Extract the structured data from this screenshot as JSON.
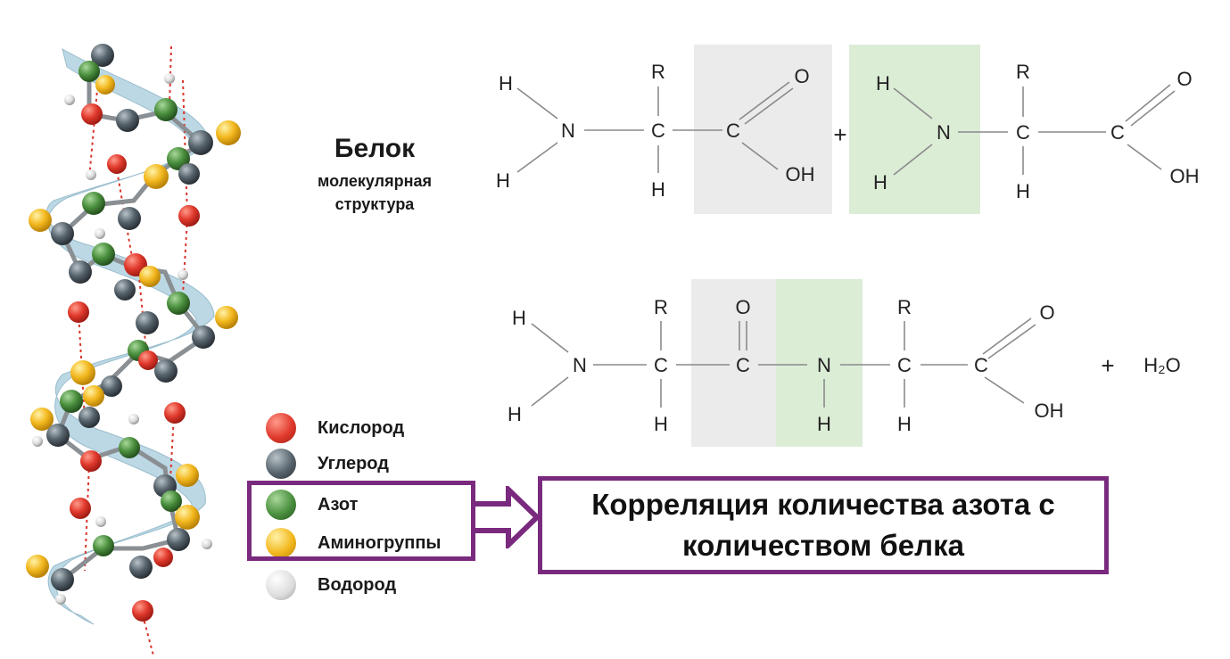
{
  "title": {
    "main": "Белок",
    "sub_line1": "молекулярная",
    "sub_line2": "структура"
  },
  "legend": [
    {
      "label": "Кислород",
      "color": "#d9342b",
      "icon": "oxygen-atom-ball"
    },
    {
      "label": "Углерод",
      "color": "#4a555e",
      "icon": "carbon-atom-ball"
    },
    {
      "label": "Азот",
      "color": "#3f8a3a",
      "icon": "nitrogen-atom-ball"
    },
    {
      "label": "Аминогруппы",
      "color": "#f0b41c",
      "icon": "amino-group-ball"
    },
    {
      "label": "Водород",
      "color": "#d8d8d8",
      "icon": "hydrogen-atom-ball"
    }
  ],
  "correlation": {
    "line1": "Корреляция количества азота с",
    "line2": "количеством белка"
  },
  "reaction": {
    "plus": "+",
    "water": "H₂O",
    "atoms": {
      "H": "H",
      "N": "N",
      "C": "C",
      "R": "R",
      "O": "O",
      "OH": "OH"
    }
  },
  "colors": {
    "accent_frame": "#7a2a7e",
    "carboxyl_highlight": "#ebebeb",
    "amino_highlight": "#dcedd6",
    "helix_ribbon": "#a8ccdc"
  }
}
